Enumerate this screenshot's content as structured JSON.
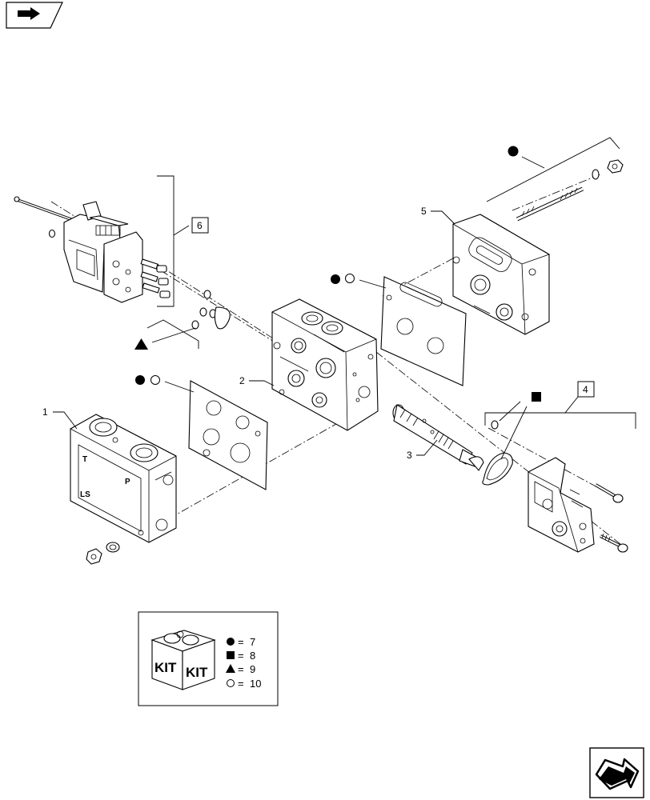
{
  "callouts": [
    {
      "id": "1",
      "label": "1"
    },
    {
      "id": "2",
      "label": "2"
    },
    {
      "id": "3",
      "label": "3"
    },
    {
      "id": "4",
      "label": "4"
    },
    {
      "id": "5",
      "label": "5"
    },
    {
      "id": "6",
      "label": "6"
    }
  ],
  "body_markings": {
    "t": "T",
    "p": "P",
    "ls": "LS"
  },
  "legend": {
    "kit_word": "KIT",
    "entries": [
      {
        "symbol": "filled-circle",
        "eq": "=",
        "value": "7"
      },
      {
        "symbol": "filled-square",
        "eq": "=",
        "value": "8"
      },
      {
        "symbol": "filled-triangle",
        "eq": "=",
        "value": "9"
      },
      {
        "symbol": "open-circle",
        "eq": "=",
        "value": "10"
      }
    ]
  },
  "icons": {
    "top_left": "arrow-tab-icon",
    "bottom_right": "next-page-arrow-icon"
  }
}
